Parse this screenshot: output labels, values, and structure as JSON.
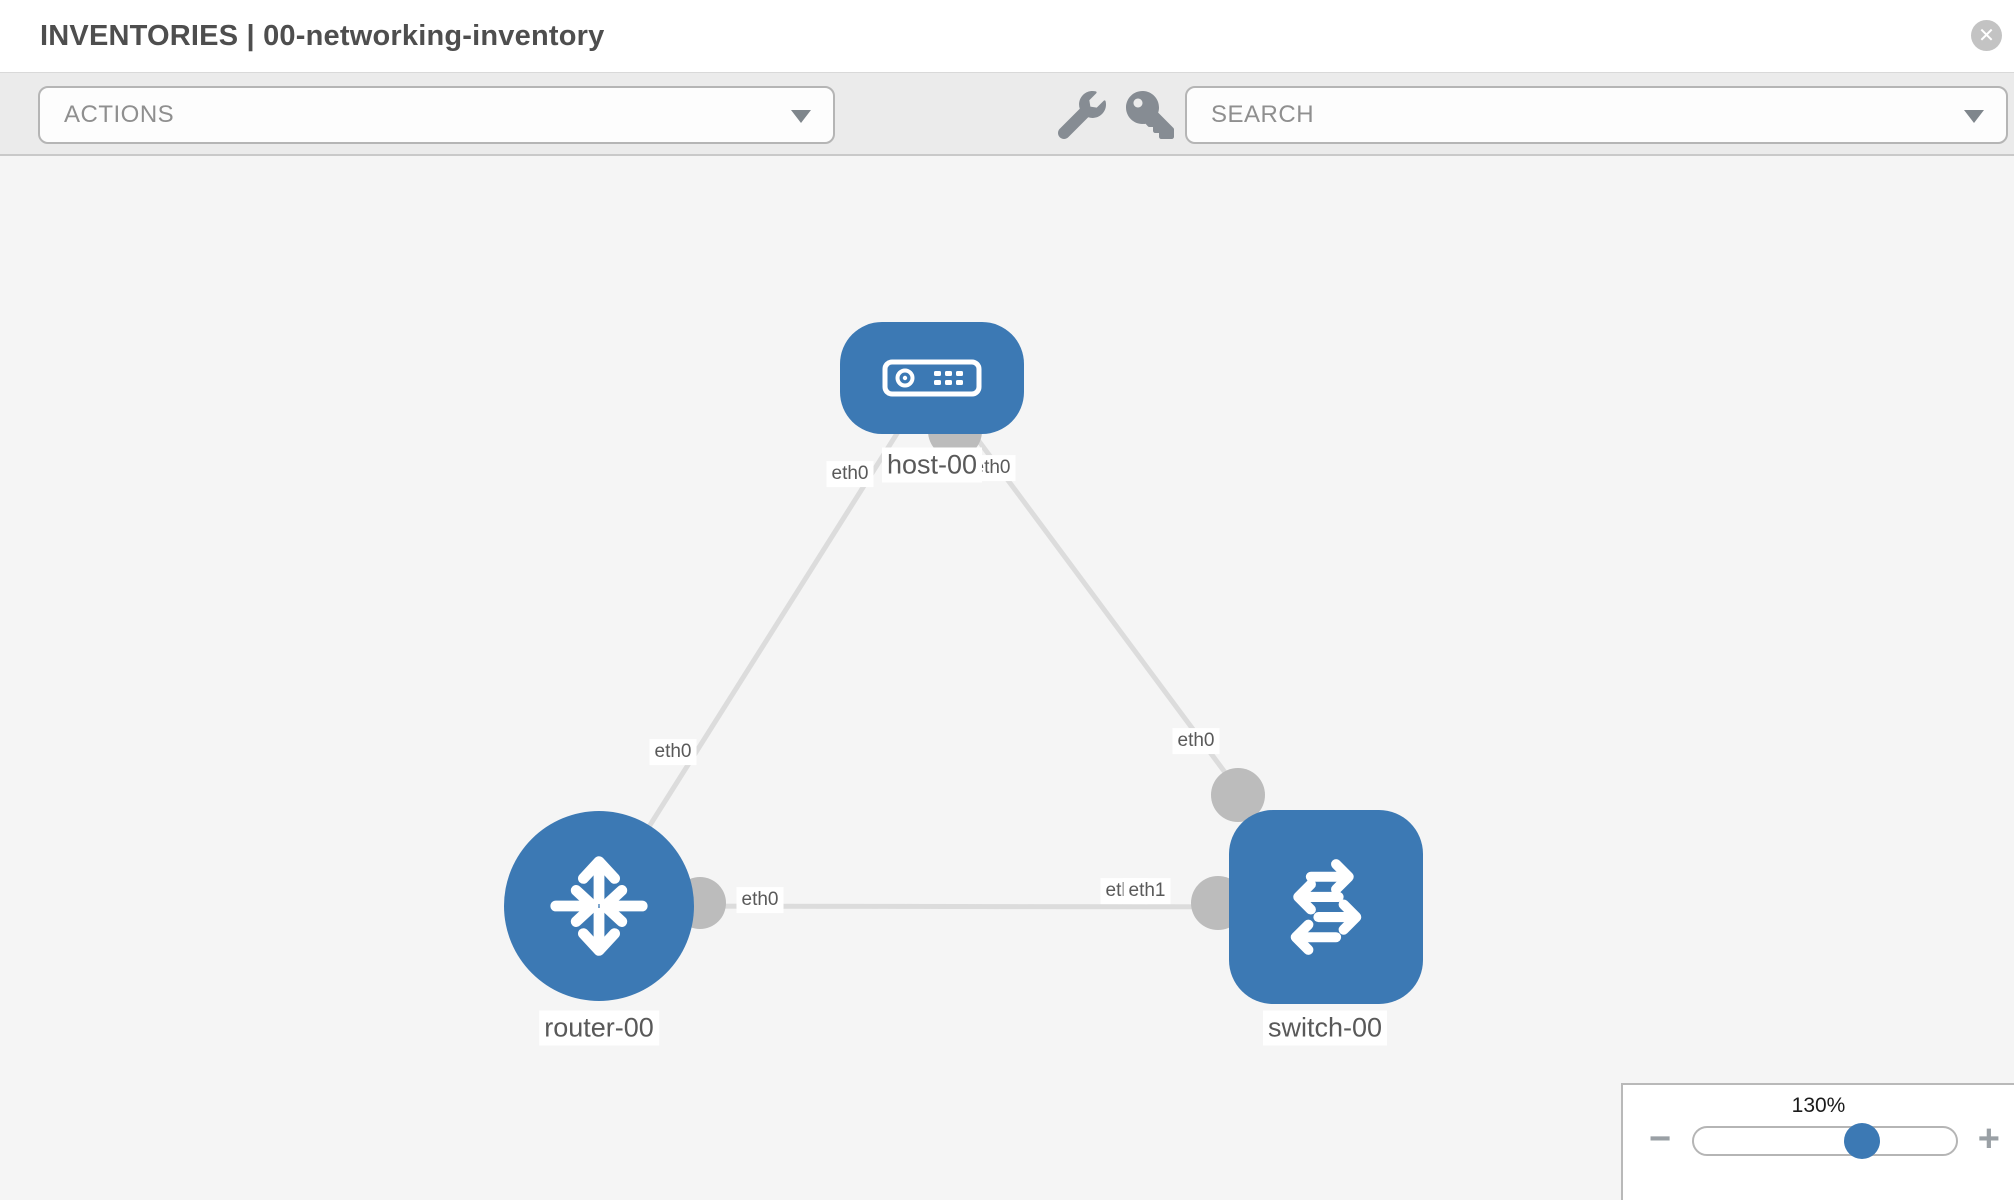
{
  "header": {
    "title": "INVENTORIES | 00-networking-inventory",
    "close_label": "✕"
  },
  "toolbar": {
    "actions_label": "ACTIONS",
    "search_placeholder": "SEARCH",
    "icons": [
      "wrench-icon",
      "key-icon"
    ]
  },
  "topology": {
    "nodes": [
      {
        "label": "host-00",
        "type": "host"
      },
      {
        "label": "router-00",
        "type": "router"
      },
      {
        "label": "switch-00",
        "type": "switch"
      }
    ],
    "links": [
      {
        "source": "host-00",
        "target": "router-00",
        "source_interface": "eth0",
        "target_interface": "eth0"
      },
      {
        "source": "host-00",
        "target": "switch-00",
        "source_interface": "eth0",
        "target_interface": "eth0"
      },
      {
        "source": "router-00",
        "target": "switch-00",
        "source_interface": "eth0",
        "target_interface": "eth1"
      }
    ],
    "interface_labels": {
      "host_to_router_near_host": "eth0",
      "host_to_switch_near_host": "eth0",
      "host_to_router_mid": "eth0",
      "host_to_switch_mid": "eth0",
      "router_to_switch_near_router": "eth0",
      "router_to_switch_near_switch_back": "eth0",
      "router_to_switch_near_switch_front": "eth1"
    }
  },
  "zoom_control": {
    "level": "130%",
    "minus_label": "−",
    "plus_label": "+"
  },
  "colors": {
    "node_blue": "#3c79b4",
    "connector_gray": "#bcbcbc",
    "edge_gray": "#dcdcdc",
    "canvas_bg": "#f5f5f5",
    "toolbar_bg": "#ebebeb"
  }
}
